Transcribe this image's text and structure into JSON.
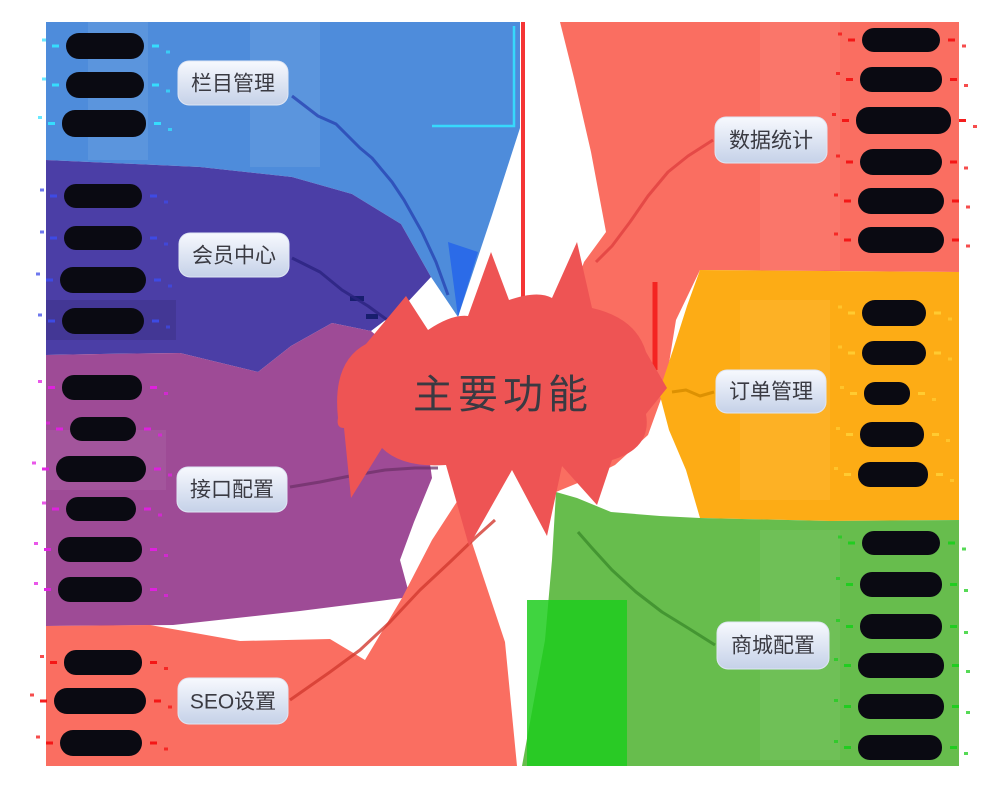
{
  "center": {
    "label": "主要功能",
    "cloud_color": "#EE5454",
    "text_color": "#3A3A42"
  },
  "branches": [
    {
      "id": "column-management",
      "label": "栏目管理",
      "color": "#4E8CDB",
      "accent": "#35E1FF",
      "position": "top-left",
      "leaf_count": 3,
      "leaves_redacted": true
    },
    {
      "id": "member-center",
      "label": "会员中心",
      "color": "#4B3EA6",
      "accent": "#3D4BE8",
      "position": "left",
      "leaf_count": 4,
      "leaves_redacted": true
    },
    {
      "id": "interface-config",
      "label": "接口配置",
      "color": "#9E4B96",
      "accent": "#E21FE2",
      "position": "bottom-left",
      "leaf_count": 6,
      "leaves_redacted": true
    },
    {
      "id": "seo-settings",
      "label": "SEO设置",
      "color": "#FA6E61",
      "accent": "#F31212",
      "position": "bottom-left-corner",
      "leaf_count": 3,
      "leaves_redacted": true
    },
    {
      "id": "data-statistics",
      "label": "数据统计",
      "color": "#FA6E61",
      "accent": "#F31212",
      "position": "top-right",
      "leaf_count": 6,
      "leaves_redacted": true
    },
    {
      "id": "order-management",
      "label": "订单管理",
      "color": "#FDAC15",
      "accent": "#FFCC33",
      "position": "right",
      "leaf_count": 5,
      "leaves_redacted": true
    },
    {
      "id": "mall-config",
      "label": "商城配置",
      "color": "#67BD4D",
      "accent": "#1ECD1E",
      "position": "bottom-right",
      "leaf_count": 6,
      "leaves_redacted": true
    }
  ]
}
